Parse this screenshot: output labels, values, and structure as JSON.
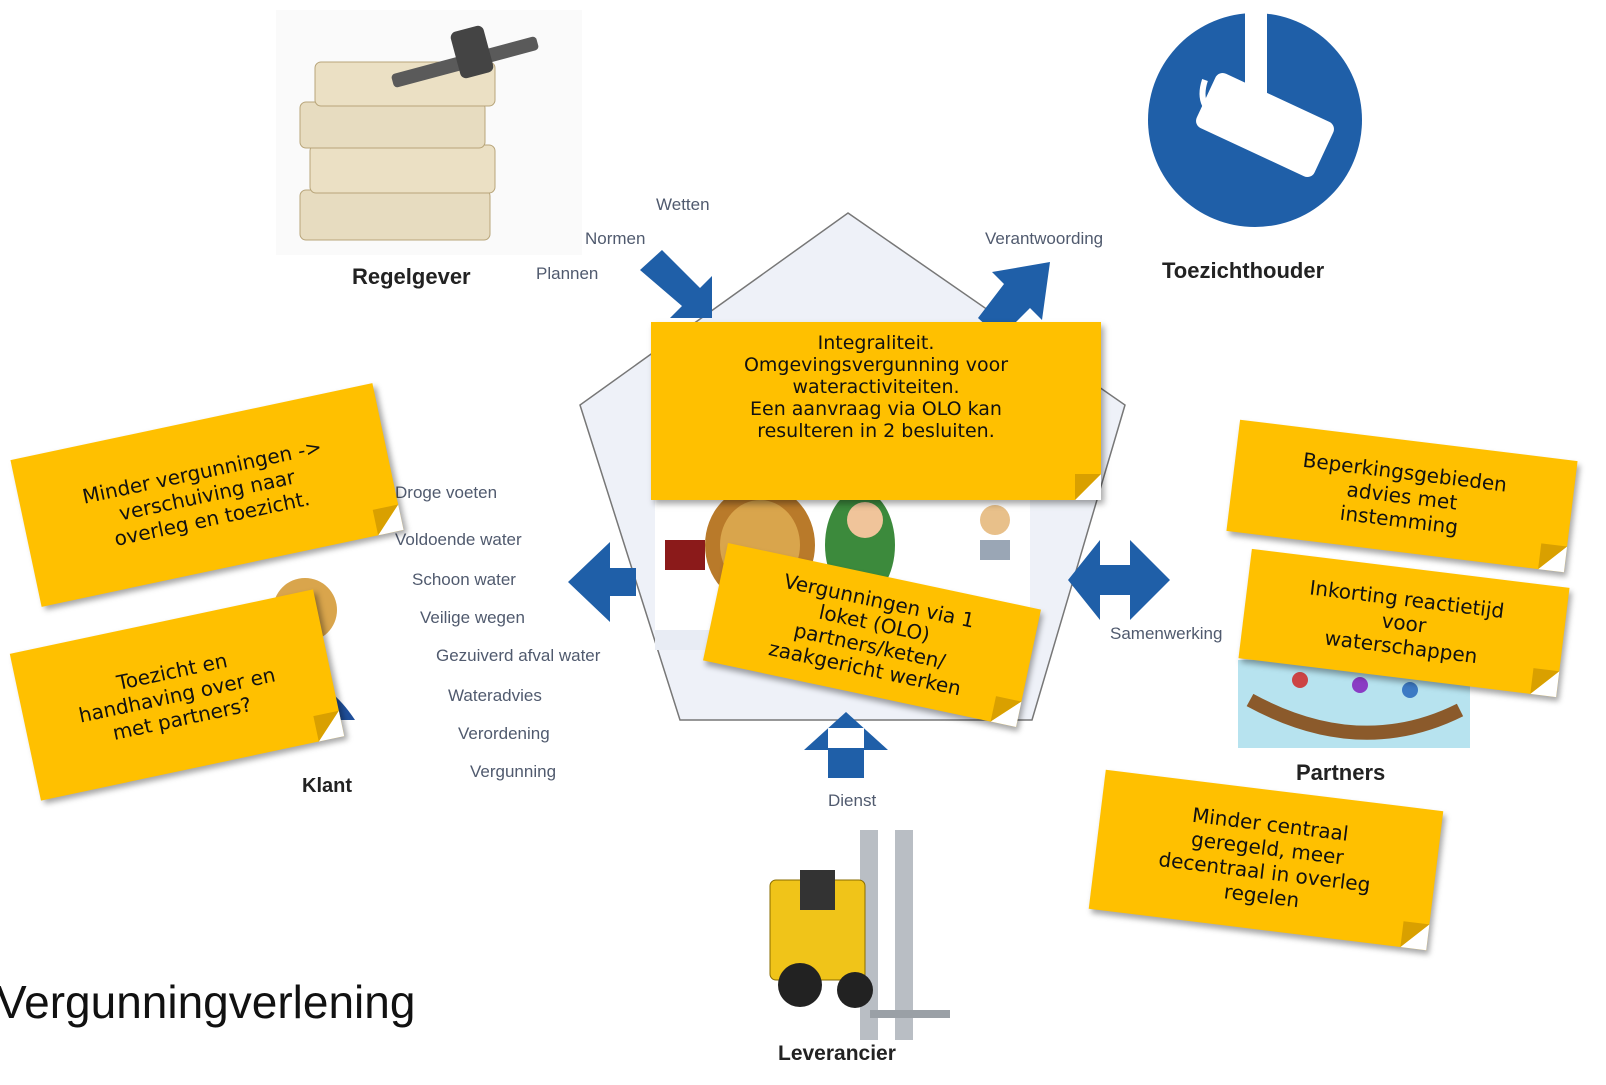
{
  "title": "Vergunningverlening",
  "actors": {
    "regelgever": "Regelgever",
    "toezichthouder": "Toezichthouder",
    "klant": "Klant",
    "partners": "Partners",
    "leverancier": "Leverancier"
  },
  "inputs": {
    "wetten": "Wetten",
    "normen": "Normen",
    "plannen": "Plannen",
    "verantwoording": "Verantwoording",
    "samenwerking": "Samenwerking",
    "dienst": "Dienst"
  },
  "services": [
    "Droge voeten",
    "Voldoende water",
    "Schoon water",
    "Veilige wegen",
    "Gezuiverd afval water",
    "Wateradvies",
    "Verordening",
    "Vergunning"
  ],
  "notes": {
    "integraliteit": "Integraliteit.\nOmgevingsvergunning voor\nwateractiviteiten.\nEen aanvraag via OLO kan\nresulteren in 2 besluiten.",
    "minder_vergunningen": "Minder vergunningen ->\nverschuiving naar\noverleg en toezicht.",
    "toezicht": "Toezicht en\nhandhaving over en\nmet partners?",
    "loket": "Vergunningen via 1\nloket (OLO)\npartners/keten/\nzaakgericht werken",
    "beperkings": "Beperkingsgebieden\nadvies met\ninstemming",
    "inkorting": "Inkorting reactietijd\nvoor\nwaterschappen",
    "minder_centraal": "Minder centraal\ngeregeld, meer\ndecentraal in overleg\nregelen"
  },
  "colors": {
    "note": "#ffc000",
    "arrow": "#1f5fa8",
    "pentagon": "#eef1f8",
    "label": "#505a6e"
  }
}
